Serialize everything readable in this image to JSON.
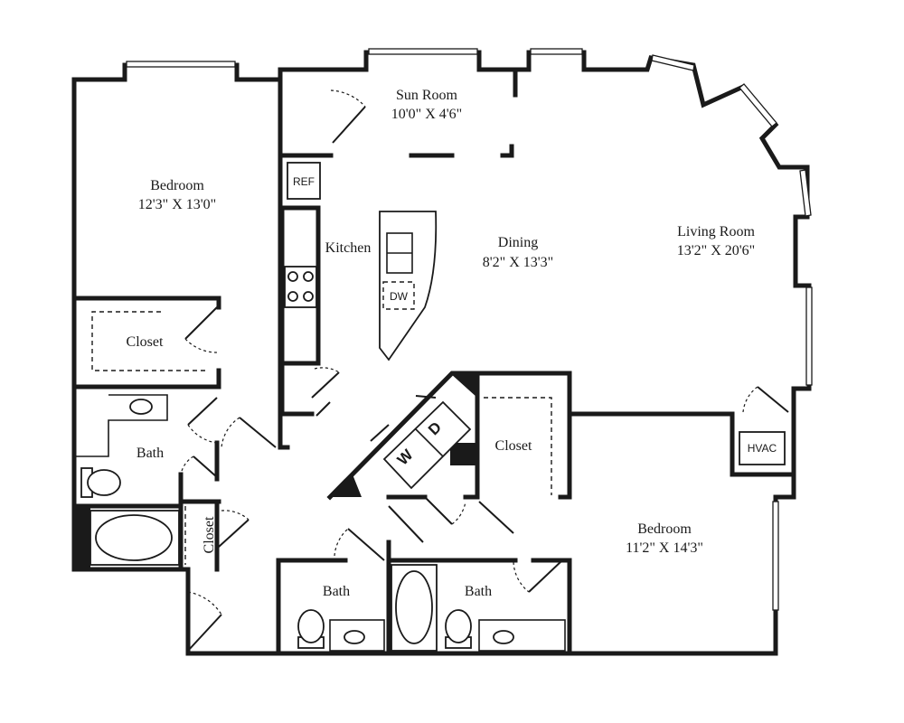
{
  "rooms": {
    "sun_room": {
      "name": "Sun Room",
      "dims": "10'0\" X 4'6\""
    },
    "bedroom_left": {
      "name": "Bedroom",
      "dims": "12'3\" X 13'0\""
    },
    "kitchen": {
      "name": "Kitchen"
    },
    "dining": {
      "name": "Dining",
      "dims": "8'2\" X 13'3\""
    },
    "living_room": {
      "name": "Living Room",
      "dims": "13'2\" X 20'6\""
    },
    "closet_left": {
      "name": "Closet"
    },
    "bath_left": {
      "name": "Bath"
    },
    "closet_small": {
      "name": "Closet"
    },
    "closet_center": {
      "name": "Closet"
    },
    "bedroom_right": {
      "name": "Bedroom",
      "dims": "11'2\" X 14'3\""
    },
    "bath_center": {
      "name": "Bath"
    },
    "bath_right": {
      "name": "Bath"
    }
  },
  "fixtures": {
    "ref": "REF",
    "dw": "DW",
    "hvac": "HVAC",
    "washer": "W",
    "dryer": "D"
  }
}
